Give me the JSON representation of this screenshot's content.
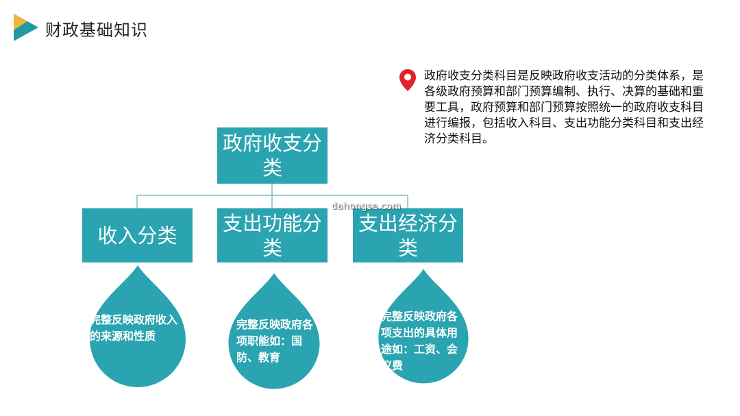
{
  "header": {
    "title": "财政基础知识"
  },
  "description": "政府收支分类科目是反映政府收支活动的分类体系，是各级政府预算和部门预算编制、执行、决算的基础和重要工具，政府预算和部门预算按照统一的政府收支科目进行编报，包括收入科目、支出功能分类科目和支出经济分类科目。",
  "diagram": {
    "root": "政府收支分类",
    "children": [
      {
        "label": "收入分类",
        "note": "完整反映政府收入的来源和性质"
      },
      {
        "label": "支出功能分类",
        "note": "完整反映政府各项职能如：国防、教育"
      },
      {
        "label": "支出经济分类",
        "note": "完整反映政府各项支出的具体用途如：工资、会议费"
      }
    ]
  },
  "watermark": "dahongse.com",
  "colors": {
    "teal": "#2aa4b0",
    "logo_dark": "#1f9aa3",
    "logo_light": "#f1b53d",
    "pin": "#e3242b"
  },
  "icons": {
    "logo": "play-triangle-logo",
    "pin": "map-pin-icon"
  }
}
